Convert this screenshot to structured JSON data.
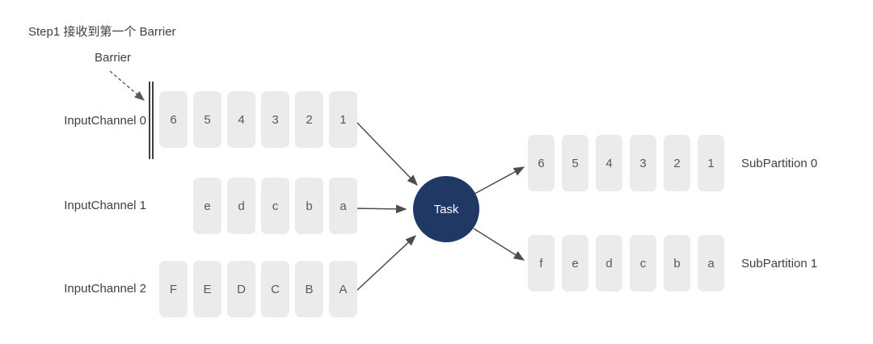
{
  "title": "Step1 接收到第一个 Barrier",
  "barrier": {
    "label": "Barrier"
  },
  "task": {
    "label": "Task"
  },
  "input_channels": [
    {
      "label": "InputChannel 0",
      "cells": [
        "6",
        "5",
        "4",
        "3",
        "2",
        "1"
      ],
      "has_barrier": true
    },
    {
      "label": "InputChannel 1",
      "cells": [
        "e",
        "d",
        "c",
        "b",
        "a"
      ],
      "has_barrier": false
    },
    {
      "label": "InputChannel 2",
      "cells": [
        "F",
        "E",
        "D",
        "C",
        "B",
        "A"
      ],
      "has_barrier": false
    }
  ],
  "sub_partitions": [
    {
      "label": "SubPartition 0",
      "cells": [
        "6",
        "5",
        "4",
        "3",
        "2",
        "1"
      ]
    },
    {
      "label": "SubPartition 1",
      "cells": [
        "f",
        "e",
        "d",
        "c",
        "b",
        "a"
      ]
    }
  ],
  "colors": {
    "cell_bg": "#ebebeb",
    "cell_text": "#595959",
    "label_text": "#404040",
    "task_bg": "#1f3864",
    "task_text": "#ffffff",
    "arrow": "#4d4d4d",
    "barrier_line": "#404040"
  }
}
